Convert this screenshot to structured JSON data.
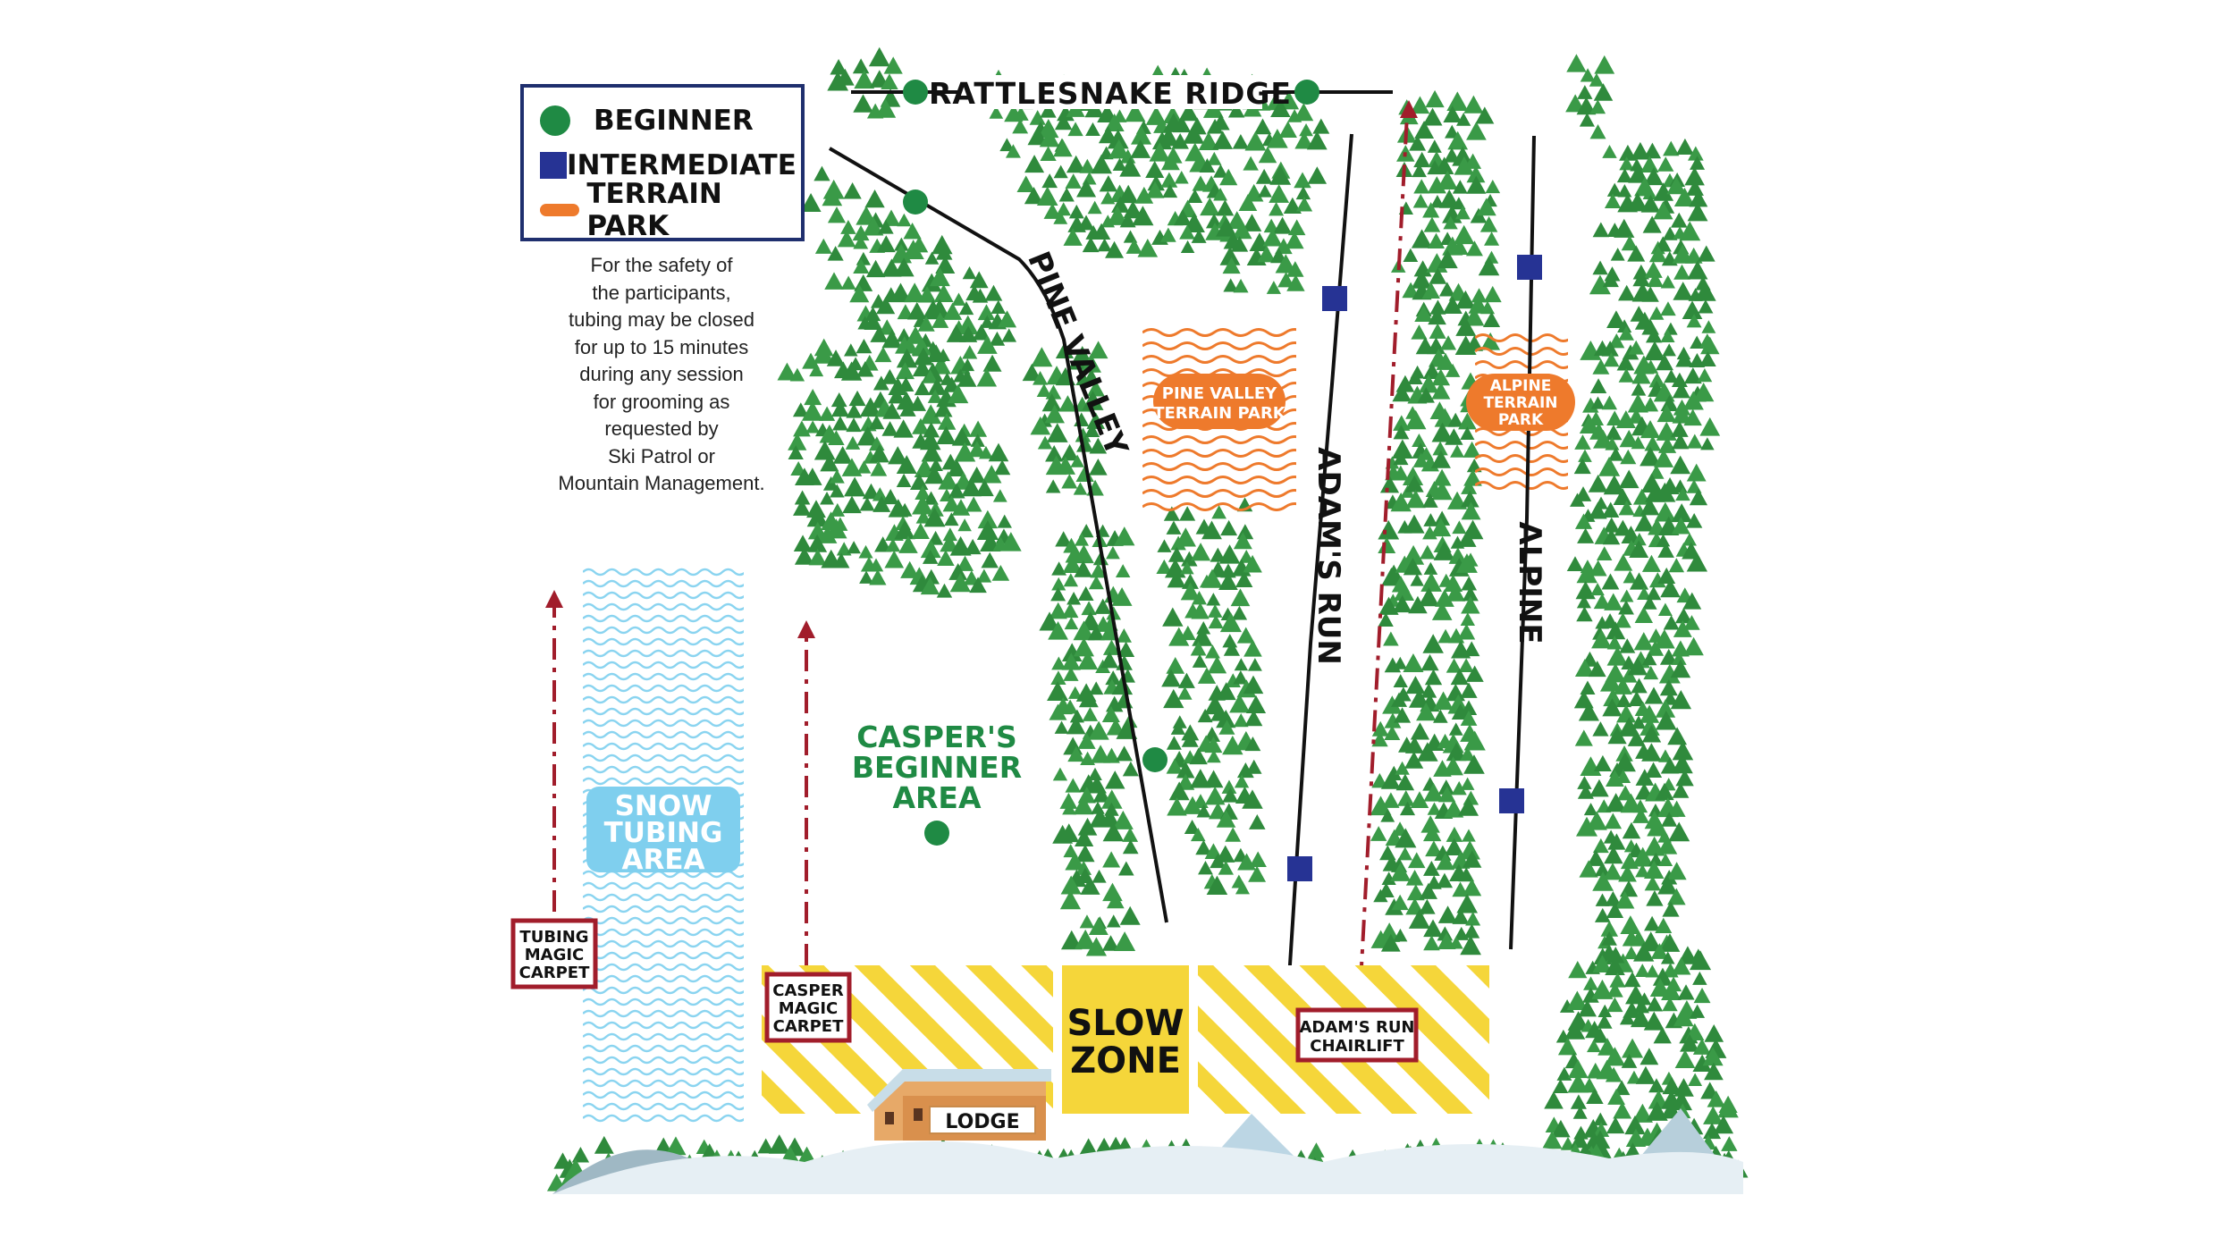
{
  "legend": {
    "beginner": "BEGINNER",
    "intermediate": "INTERMEDIATE",
    "terrain_park": "TERRAIN PARK"
  },
  "notice": [
    "For the safety of",
    "the participants,",
    "tubing may be closed",
    "for up to 15 minutes",
    "during any session",
    "for grooming as",
    "requested by",
    "Ski Patrol or",
    "Mountain Management."
  ],
  "trails": {
    "rattlesnake_ridge": "RATTLESNAKE RIDGE",
    "pine_valley": "PINE VALLEY",
    "adams_run": "ADAM'S RUN",
    "alpine": "ALPINE"
  },
  "parks": {
    "pine_valley": [
      "PINE VALLEY",
      "TERRAIN PARK"
    ],
    "alpine": [
      "ALPINE",
      "TERRAIN",
      "PARK"
    ]
  },
  "areas": {
    "caspers": [
      "CASPER'S",
      "BEGINNER",
      "AREA"
    ],
    "snow_tubing": [
      "SNOW",
      "TUBING",
      "AREA"
    ],
    "slow_zone": [
      "SLOW",
      "ZONE"
    ],
    "lodge": "LODGE"
  },
  "lifts": {
    "tubing_magic_carpet": [
      "TUBING",
      "MAGIC",
      "CARPET"
    ],
    "casper_magic_carpet": [
      "CASPER",
      "MAGIC",
      "CARPET"
    ],
    "adams_run_chairlift": [
      "ADAM'S RUN",
      "CHAIRLIFT"
    ]
  },
  "colors": {
    "beginner": "#1f8a44",
    "intermediate": "#263394",
    "terrain_park": "#ee7a2c",
    "tree": "#2f8a3c",
    "tubing": "#7fcfee",
    "slow_zone": "#f5d63a",
    "lift": "#a11d2b"
  },
  "icons": [
    "beginner-circle-icon",
    "intermediate-square-icon",
    "terrain-park-bar-icon",
    "tree-icon",
    "lodge-icon",
    "lift-arrow-icon"
  ]
}
